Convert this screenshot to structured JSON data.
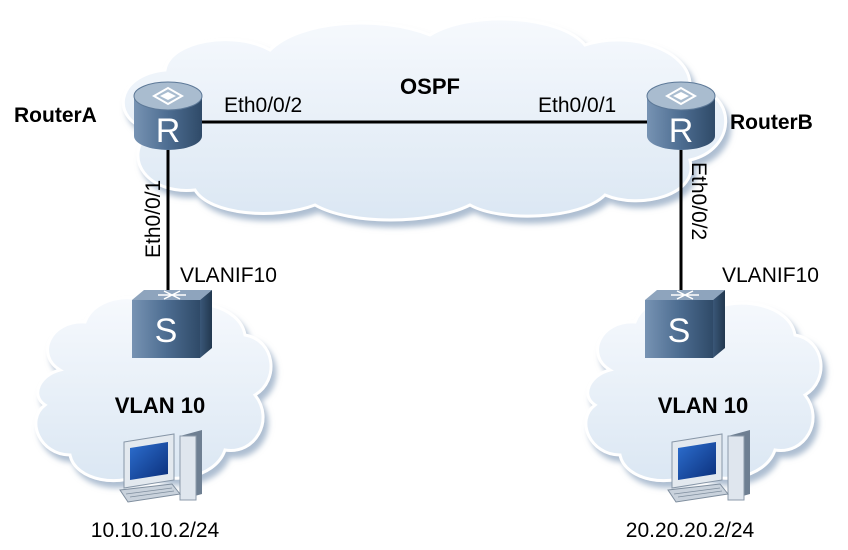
{
  "cloud_label": "OSPF",
  "routers": {
    "a": {
      "name": "RouterA",
      "glyph": "R",
      "port_link": "Eth0/0/2",
      "port_down": "Eth0/0/1"
    },
    "b": {
      "name": "RouterB",
      "glyph": "R",
      "port_link": "Eth0/0/1",
      "port_down": "Eth0/0/2"
    }
  },
  "switches": {
    "left": {
      "glyph": "S",
      "vlanif": "VLANIF10"
    },
    "right": {
      "glyph": "S",
      "vlanif": "VLANIF10"
    }
  },
  "vlans": {
    "left": {
      "label": "VLAN 10",
      "host_ip": "10.10.10.2/24"
    },
    "right": {
      "label": "VLAN 10",
      "host_ip": "20.20.20.2/24"
    }
  },
  "colors": {
    "cloud_fill": "#eef4fb",
    "cloud_edge": "#ffffff",
    "cloud_shadow": "#c9d9ea",
    "device_top": "#9fb3c8",
    "device_body": "#49698c",
    "device_dark": "#2f4a68",
    "link": "#000000"
  },
  "icons": {
    "router": "router-icon",
    "switch": "switch-icon",
    "pc": "pc-icon",
    "cloud": "cloud-shape"
  }
}
